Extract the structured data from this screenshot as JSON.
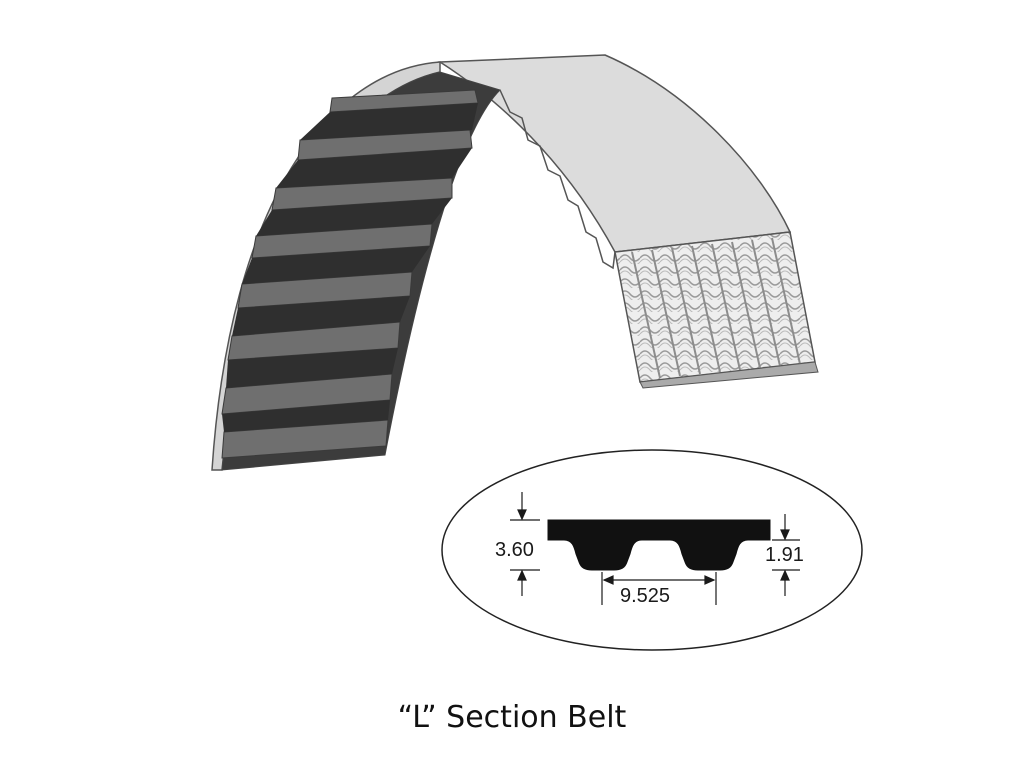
{
  "caption": "“L” Section Belt",
  "dimensions": {
    "total_height": "3.60",
    "tooth_height": "1.91",
    "pitch": "9.525"
  },
  "colors": {
    "belt_back": "#dcdcdc",
    "belt_outline": "#555555",
    "tooth_dark": "#3c3c3c",
    "tooth_light": "#6f6f6f",
    "profile_fill": "#111111"
  }
}
